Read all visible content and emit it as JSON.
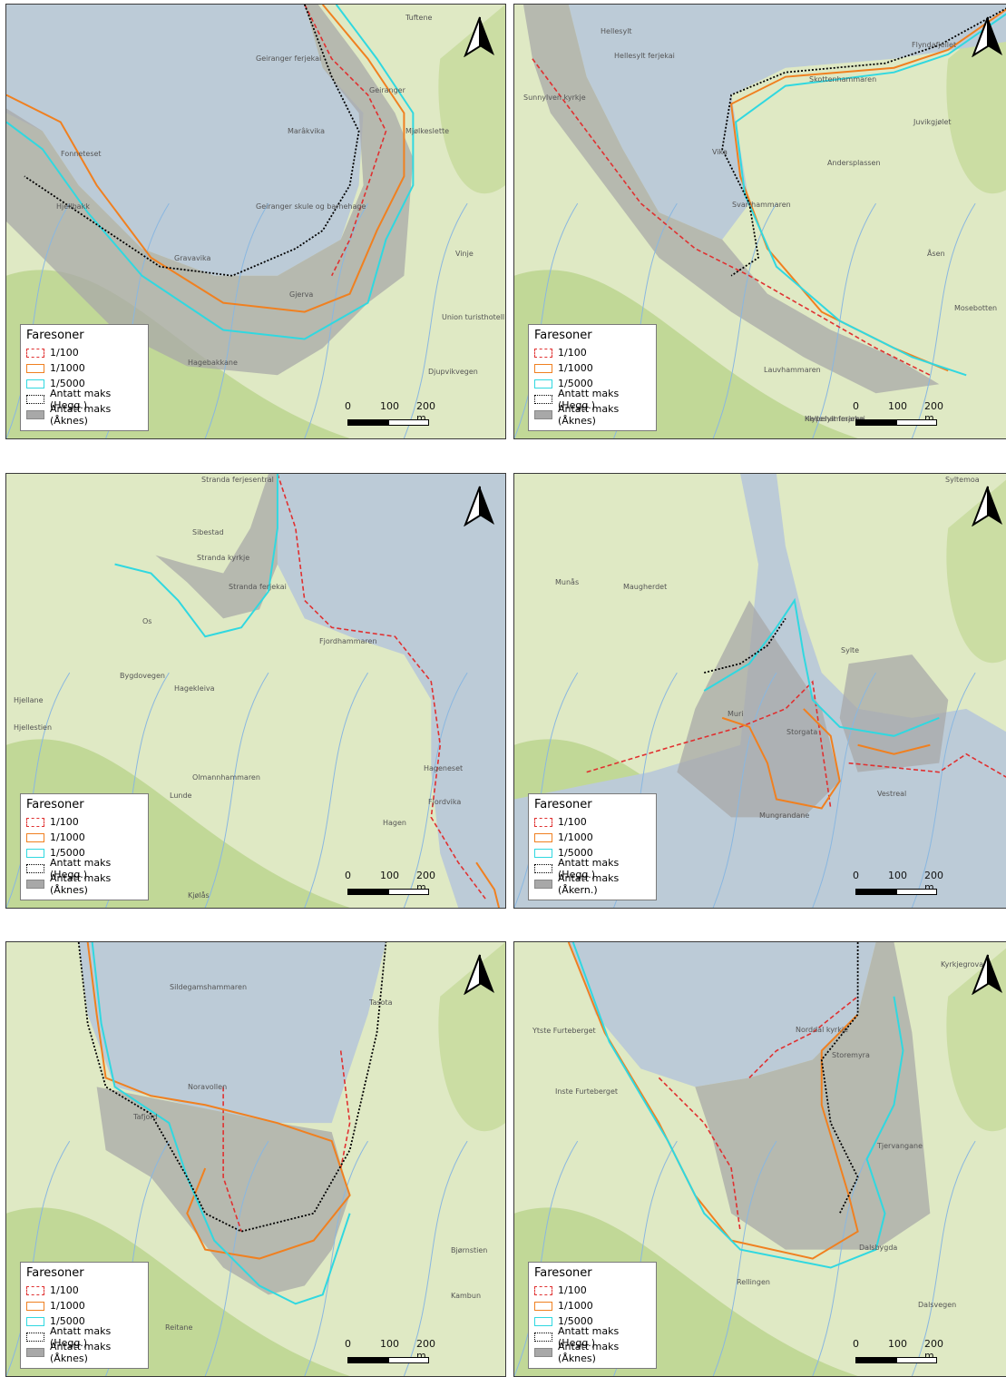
{
  "legend": {
    "title": "Faresoner",
    "items": [
      {
        "label": "1/100",
        "color": "#e03030",
        "style": "dashed"
      },
      {
        "label": "1/1000",
        "color": "#f08020",
        "style": "solid"
      },
      {
        "label": "1/5000",
        "color": "#30d8e0",
        "style": "solid"
      },
      {
        "label": "Antatt maks (Hegg.)",
        "color": "#000000",
        "style": "dotted"
      },
      {
        "label": "Antatt maks (Åknes)",
        "color": "#a8a8a8",
        "style": "fill"
      }
    ],
    "alt_last_label": "Antatt maks (Åkern.)"
  },
  "scalebar": {
    "t0": "0",
    "t1": "100",
    "t2": "200 m"
  },
  "colors": {
    "water": "#bccbd7",
    "land": "#dfe9c4",
    "forest": "#b9d38c",
    "hazard_fill": "#a8a8a8",
    "red": "#e03030",
    "orange": "#f08020",
    "cyan": "#30d8e0"
  },
  "panels": [
    {
      "labels": [
        "Tuftene",
        "Geiranger ferjekai",
        "Marâkvika",
        "Geiranger",
        "Fonneteset",
        "Hjellbakk",
        "Gravavika",
        "Gjerva",
        "Mjølkeslette",
        "Vinje",
        "Union turisthotell",
        "Hagebakkane",
        "Djupvikvegen",
        "Geiranger skule og barnehage"
      ]
    },
    {
      "labels": [
        "Flyndafjellet",
        "Hellesylt",
        "Hellesylt ferjekai",
        "Sunnylven kyrkje",
        "Skottenhammaren",
        "Juvikgjølet",
        "Andersplassen",
        "Vika",
        "Svarthammaren",
        "Åsen",
        "Lauvhammaren",
        "Mosebotten",
        "Klypehammaren",
        "Hellesylt ferjekai"
      ]
    },
    {
      "labels": [
        "Stranda ferjesentral",
        "Sibestad",
        "Stranda kyrkje",
        "Stranda ferjekai",
        "Fjordhammaren",
        "Hjellane",
        "Os",
        "Bygdovegen",
        "Hagekleiva",
        "Hjellestien",
        "Olmannhammaren",
        "Lunde",
        "Hageneset",
        "Hagen",
        "Fjordvika",
        "Kjølås"
      ]
    },
    {
      "labels": [
        "Syltemoa",
        "Munås",
        "Maugherdet",
        "Sylte",
        "Muri",
        "Storgata",
        "Vestreal",
        "Mungrandane"
      ]
    },
    {
      "labels": [
        "Sildegamshammaren",
        "Tasota",
        "Noravollen",
        "Tafjord",
        "Bjørnstien",
        "Kambun",
        "Reitane"
      ]
    },
    {
      "labels": [
        "Kyrkjegrova",
        "Ytste Furteberget",
        "Inste Furteberget",
        "Norddal kyrkje",
        "Storemyra",
        "Tjervangane",
        "Dalsbygda",
        "Rellingen",
        "Dalsvegen"
      ]
    }
  ]
}
